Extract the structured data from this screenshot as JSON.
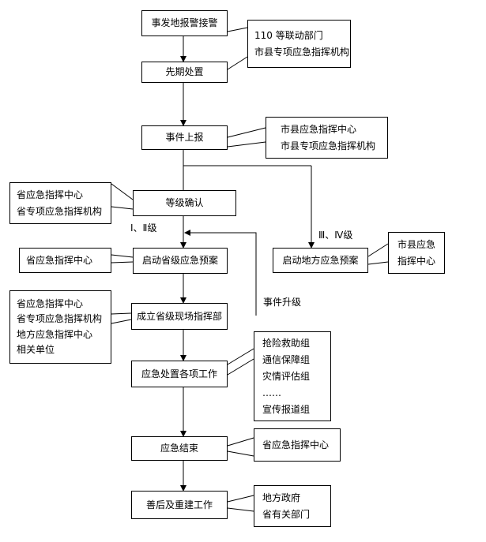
{
  "nodes": {
    "report": "事发地报警接警",
    "initial": "先期处置",
    "escalate_report": "事件上报",
    "confirm": "等级确认",
    "provincial_plan": "启动省级应急预案",
    "local_plan": "启动地方应急预案",
    "field_hq": "成立省级现场指挥部",
    "tasks": "应急处置各项工作",
    "end": "应急结束",
    "recovery": "善后及重建工作"
  },
  "notes": {
    "report": [
      "110 等联动部门",
      "市县专项应急指挥机构"
    ],
    "escalate": [
      "市县应急指挥中心",
      "市县专项应急指挥机构"
    ],
    "confirm": [
      "省应急指挥中心",
      "省专项应急指挥机构"
    ],
    "provincial": [
      "省应急指挥中心"
    ],
    "local": [
      "市县应急",
      "指挥中心"
    ],
    "field": [
      "省应急指挥中心",
      "省专项应急指挥机构",
      "地方应急指挥中心",
      "相关单位"
    ],
    "tasks": [
      "抢险救助组",
      "通信保障组",
      "灾情评估组",
      "……",
      "宣传报道组"
    ],
    "end": [
      "省应急指挥中心"
    ],
    "recovery": [
      "地方政府",
      "省有关部门"
    ]
  },
  "labels": {
    "level_high": "Ⅰ、Ⅱ级",
    "level_low": "Ⅲ、Ⅳ级",
    "upgrade": "事件升级"
  }
}
